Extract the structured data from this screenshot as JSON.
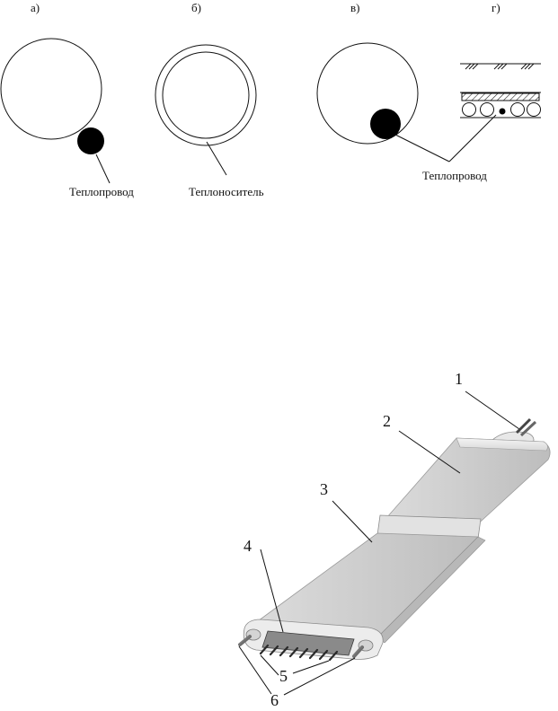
{
  "figure_top": {
    "panels": [
      {
        "label": "а)"
      },
      {
        "label": "б)"
      },
      {
        "label": "в)"
      },
      {
        "label": "г)"
      }
    ],
    "callouts": {
      "a": "Теплопровод",
      "b": "Теплоноситель",
      "c": "Теплопровод"
    }
  },
  "figure_bottom": {
    "numbers": [
      "1",
      "2",
      "3",
      "4",
      "5",
      "6"
    ]
  }
}
